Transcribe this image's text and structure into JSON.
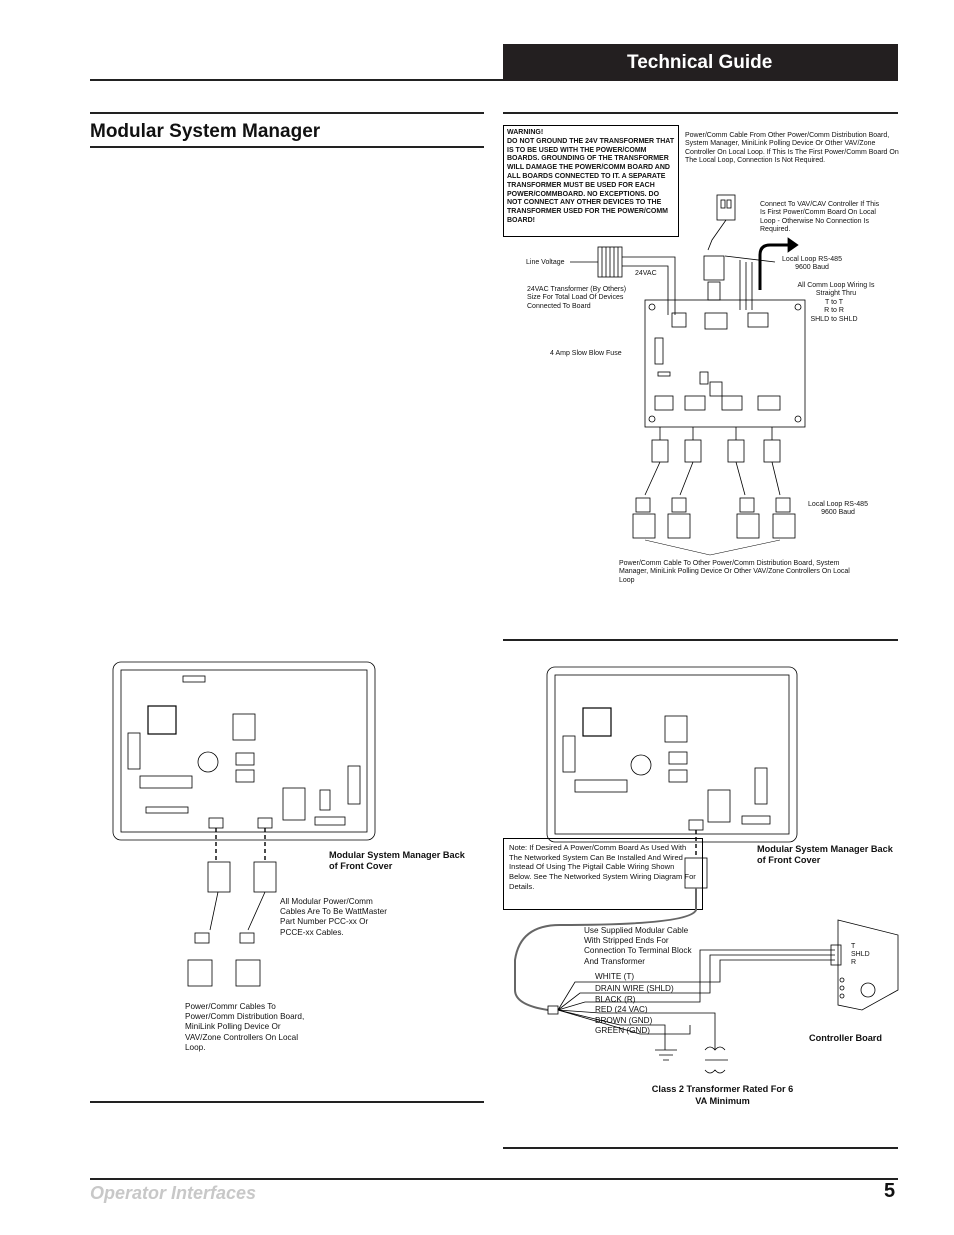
{
  "header": {
    "title": "Technical Guide"
  },
  "section": {
    "title": "Modular System Manager"
  },
  "diagram_top": {
    "warning": "WARNING!\nDO NOT GROUND THE 24V TRANSFORMER THAT IS TO BE USED WITH THE POWER/COMM BOARDS. GROUNDING OF THE TRANSFORMER WILL DAMAGE THE POWER/COMM BOARD AND ALL BOARDS CONNECTED TO IT. A SEPARATE TRANSFORMER MUST BE USED FOR EACH POWER/COMMBOARD. NO EXCEPTIONS. DO NOT CONNECT ANY OTHER DEVICES TO THE TRANSFORMER USED FOR THE POWER/COMM BOARD!",
    "cable_from": "Power/Comm Cable From Other Power/Comm  Distribution Board, System Manager, MiniLink Polling Device Or Other VAV/Zone Controller On Local Loop. If This Is The First Power/Comm Board On The Local Loop, Connection Is Not Required.",
    "connect_to": "Connect To VAV/CAV Controller If This Is First Power/Comm Board On Local Loop - Otherwise No Connection Is Required.",
    "line_voltage": "Line Voltage",
    "vac": "24VAC",
    "transformer": "24VAC Transformer (By Others) Size For Total Load Of Devices Connected To Board",
    "local_loop_1": "Local Loop RS-485\n9600 Baud",
    "comm_wiring": "All Comm Loop Wiring Is Straight Thru",
    "t_to_t": "T to T\nR to R\nSHLD to SHLD",
    "fuse": "4 Amp Slow Blow Fuse",
    "local_loop_2": "Local Loop RS-485\n9600 Baud",
    "cable_to": "Power/Comm Cable To Other Power/Comm Distribution Board, System Manager, MiniLink Polling Device Or Other VAV/Zone Controllers On Local Loop"
  },
  "diagram_left": {
    "callout": "Modular System Manager Back of Front Cover",
    "cables_note": "All Modular Power/Comm Cables Are To Be WattMaster Part Number PCC-xx Or PCCE-xx Cables.",
    "to_note": "Power/Commr Cables To Power/Comm Distribution Board, MiniLink Polling Device Or VAV/Zone Controllers On Local Loop."
  },
  "diagram_right": {
    "note": "Note: If Desired A Power/Comm Board As Used With The Networked System Can Be Installed And Wired Instead Of Using The Pigtail Cable Wiring Shown Below. See The Networked System Wiring Diagram For Details.",
    "callout": "Modular System Manager Back of Front Cover",
    "use_cable": "Use Supplied Modular Cable With Stripped Ends For Connection To Terminal Block And Transformer",
    "wires": [
      "WHITE (T)",
      "DRAIN WIRE (SHLD)",
      "BLACK (R)",
      "RED (24 VAC)",
      "BROWN (GND)",
      "GREEN (GND)"
    ],
    "terminals": [
      "T",
      "SHLD",
      "R"
    ],
    "controller_board": "Controller Board",
    "transformer": "Class 2 Transformer Rated For 6 VA Minimum"
  },
  "footer": {
    "title": "Operator Interfaces",
    "page": "5"
  }
}
